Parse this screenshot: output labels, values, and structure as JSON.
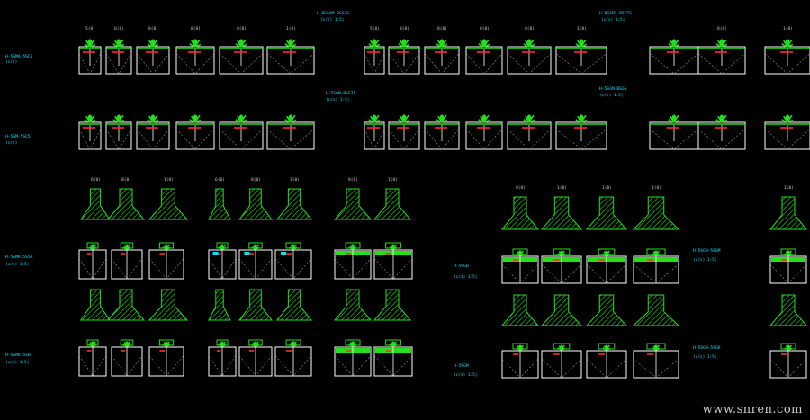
{
  "watermark": "www.snren.com",
  "colors": {
    "bg": "#000000",
    "outline": "#ffffff",
    "plant": "#22e01a",
    "title": "#00e5ff",
    "marker": "#ff2a2a",
    "hatch": "#22e01a",
    "dims": "#9a9a9a"
  },
  "top_section": {
    "row1": {
      "groupA": {
        "note": "H-5SMA-5SC5",
        "unit": "(c/s)",
        "dim_labels": [
          "5(0)",
          "6(0)",
          "8(0)",
          "8(0)",
          "8(0)",
          "1(0)"
        ]
      },
      "groupB": {
        "header": "H-BSGAM-BSG7A",
        "header_sub": "(c/s) 1:5|",
        "dim_labels": [
          "5(0)",
          "8(0)",
          "8(0)",
          "8(0)",
          "8(0)",
          "1(0)"
        ]
      },
      "groupC": {
        "header": "H-BSGM1-BSP7S",
        "header_sub": "(c/s) 1:5|",
        "dim_labels": [
          "",
          "8(0)",
          "1(0)"
        ]
      }
    },
    "row2": {
      "groupA": {
        "note": "H-5SM-5SC5",
        "unit": "(c/s)",
        "dim_labels": [
          "",
          "",
          "",
          "",
          "",
          ""
        ]
      },
      "groupB": {
        "header": "H-5SGM-BSG7A",
        "header_sub": "(c/s) 1:5|",
        "dim_labels": [
          "",
          "",
          "",
          "",
          "",
          ""
        ]
      },
      "groupC": {
        "header": "H-5SGM-BSGS",
        "header_sub": "(c/s) 1:5|",
        "dim_labels": [
          "",
          "",
          ""
        ]
      }
    }
  },
  "lower_section": {
    "left": {
      "dim_labels": [
        "6(0)",
        "8(0)",
        "1(0)",
        "6(0)",
        "8(0)",
        "1(0)",
        "8(0)",
        "1(0)"
      ],
      "note_a": "H-5SMA-5S5H",
      "note_a_sub": "(c/s) 1:5|",
      "note_b": "H-5SMA-5SH",
      "note_b_sub": "(c/s) 1:5|"
    },
    "right": {
      "dim_labels": [
        "8(0)",
        "1(0)",
        "1(0)",
        "1(0)",
        "1(0)"
      ],
      "note_a": "H-5SGH",
      "note_a_sub": "(c/s) 1:5|",
      "note_b": "H-5SGM-5SGM",
      "note_b_sub": "(c/s) 1:5|",
      "note_c": "H-5SGM",
      "note_c_sub": "(c/s) 1:5|",
      "note_d": "H-5SGM-5SGH",
      "note_d_sub": "(c/s) 1:5|"
    }
  }
}
